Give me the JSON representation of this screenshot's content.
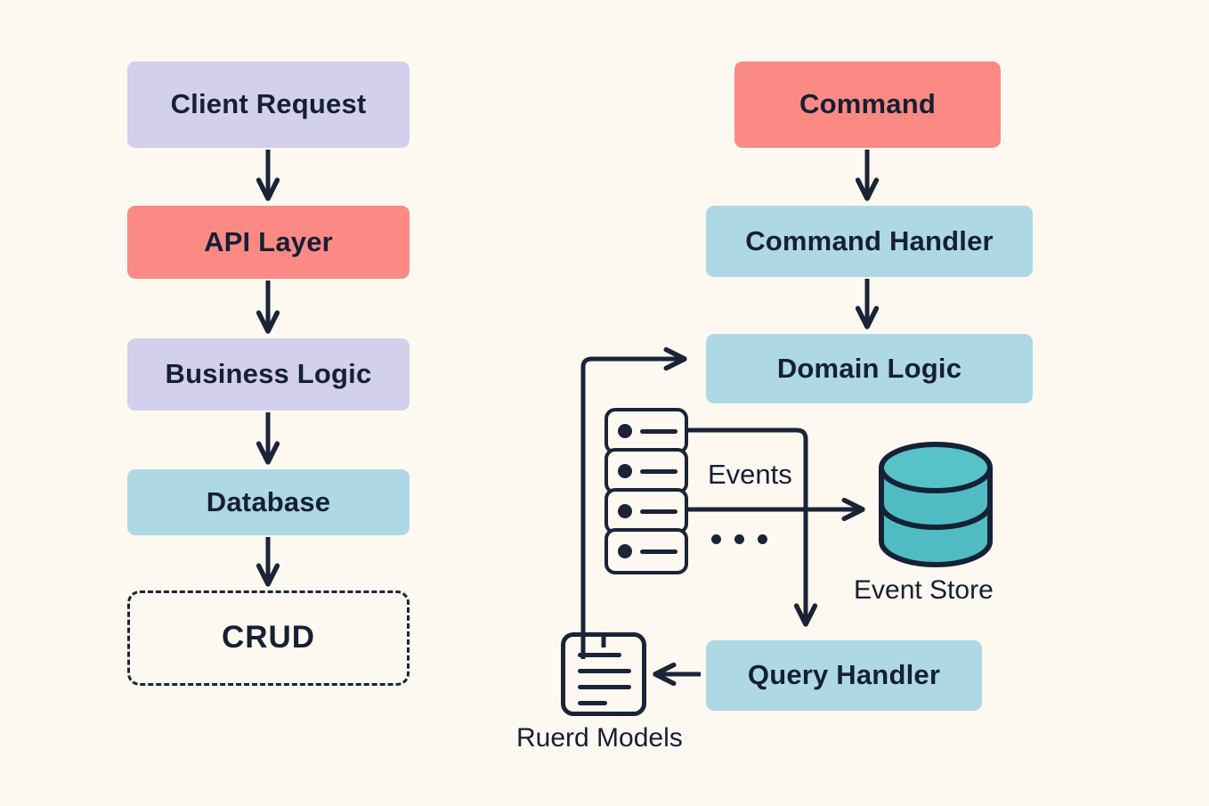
{
  "diagram": {
    "background_color": "#fdf9f1",
    "stroke_color": "#1b2437",
    "text_color": "#161f33",
    "palette": {
      "purple": "#d2d0ec",
      "coral": "#fb8a85",
      "light_blue": "#aed9e4",
      "teal": "#4fbcc4"
    }
  },
  "left_flow": {
    "nodes": [
      {
        "id": "client-request",
        "label": "Client Request",
        "color": "#d2d0ec",
        "style": "filled"
      },
      {
        "id": "api-layer",
        "label": "API Layer",
        "color": "#fb8a85",
        "style": "filled"
      },
      {
        "id": "business-logic",
        "label": "Business Logic",
        "color": "#d2d0ec",
        "style": "filled"
      },
      {
        "id": "database",
        "label": "Database",
        "color": "#aed9e4",
        "style": "filled"
      },
      {
        "id": "crud",
        "label": "CRUD",
        "color": "transparent",
        "style": "dashed-outline"
      }
    ],
    "edges": [
      {
        "from": "client-request",
        "to": "api-layer",
        "kind": "arrow-down"
      },
      {
        "from": "api-layer",
        "to": "business-logic",
        "kind": "arrow-down"
      },
      {
        "from": "business-logic",
        "to": "database",
        "kind": "arrow-down"
      },
      {
        "from": "database",
        "to": "crud",
        "kind": "arrow-down"
      }
    ]
  },
  "right_flow": {
    "nodes": [
      {
        "id": "command",
        "label": "Command",
        "color": "#fb8a85",
        "style": "filled"
      },
      {
        "id": "command-handler",
        "label": "Command Handler",
        "color": "#aed9e4",
        "style": "filled"
      },
      {
        "id": "domain-logic",
        "label": "Domain Logic",
        "color": "#aed9e4",
        "style": "filled"
      },
      {
        "id": "query-handler",
        "label": "Query Handler",
        "color": "#aed9e4",
        "style": "filled"
      }
    ],
    "icons": [
      {
        "id": "event-list",
        "kind": "event-rows-icon",
        "rows": 4,
        "label": "Events"
      },
      {
        "id": "event-store",
        "kind": "database-cylinder-icon",
        "label": "Event Store",
        "color": "#4fbcc4"
      },
      {
        "id": "read-models",
        "kind": "document-icon",
        "label": "Ruerd Models",
        "lines": 4
      }
    ],
    "ellipsis": "• • •",
    "edges": [
      {
        "from": "command",
        "to": "command-handler",
        "kind": "arrow-down"
      },
      {
        "from": "command-handler",
        "to": "domain-logic",
        "kind": "arrow-down"
      },
      {
        "from": "read-models",
        "to": "domain-logic",
        "kind": "elbow-up-right-arrow"
      },
      {
        "from": "event-list",
        "to": "query-handler",
        "kind": "elbow-right-down-arrow"
      },
      {
        "from": "event-list",
        "to": "event-store",
        "kind": "arrow-right"
      },
      {
        "from": "query-handler",
        "to": "read-models",
        "kind": "arrow-left"
      }
    ]
  }
}
